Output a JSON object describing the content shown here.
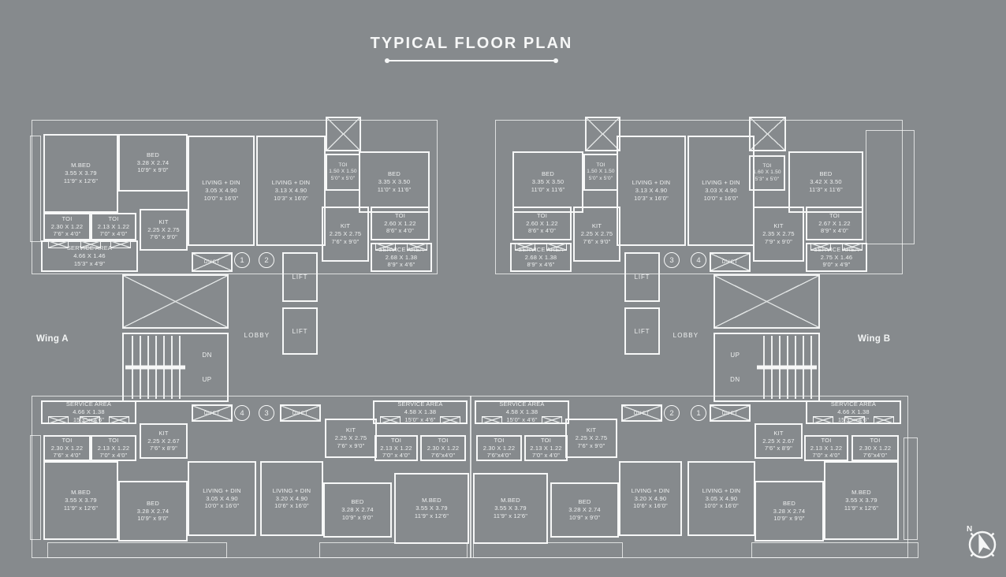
{
  "title": "TYPICAL FLOOR PLAN",
  "wings": {
    "a": {
      "label": "Wing A"
    },
    "b": {
      "label": "Wing B"
    }
  },
  "compass": {
    "north": "N"
  },
  "core_a": {
    "duct_top": "DUCT",
    "duct_bottom_left": "DUCT",
    "duct_bottom_right": "DUCT",
    "lift_upper": "LIFT",
    "lift_lower": "LIFT",
    "lobby": "LOBBY",
    "stair_label_top": "DN",
    "stair_label_bottom": "UP",
    "unit_circles_top": [
      "1",
      "2"
    ],
    "unit_circles_bottom": [
      "4",
      "3"
    ]
  },
  "core_b": {
    "duct_top": "DUCT",
    "duct_bottom_left": "DUCT",
    "duct_bottom_right": "DUCT",
    "lift_upper": "LIFT",
    "lift_lower": "LIFT",
    "lobby": "LOBBY",
    "stair_label_top": "UP",
    "stair_label_bottom": "DN",
    "unit_circles_top": [
      "3",
      "4"
    ],
    "unit_circles_bottom": [
      "2",
      "1"
    ]
  },
  "apartments": {
    "a1": {
      "mbed": {
        "name": "M.BED",
        "m": "3.55 X 3.79",
        "ft": "11'9\" x 12'6\""
      },
      "bed": {
        "name": "BED",
        "m": "3.28 X 2.74",
        "ft": "10'9\" x 9'0\""
      },
      "toi1": {
        "name": "TOI",
        "m": "2.30 X 1.22",
        "ft": "7'6\" x 4'0\""
      },
      "toi2": {
        "name": "TOI",
        "m": "2.13 X 1.22",
        "ft": "7'0\" x 4'0\""
      },
      "kit": {
        "name": "KIT",
        "m": "2.25 X 2.75",
        "ft": "7'6\" x 9'0\""
      },
      "service": {
        "name": "SERVICE AREA",
        "m": "4.66 X 1.46",
        "ft": "15'3\" x 4'9\""
      },
      "living": {
        "name": "LIVING + DIN",
        "m": "3.05 X 4.90",
        "ft": "10'0\" x 16'0\""
      }
    },
    "a2": {
      "living": {
        "name": "LIVING + DIN",
        "m": "3.13 X 4.90",
        "ft": "10'3\" x 16'0\""
      },
      "toi_small": {
        "name": "TOI",
        "m": "1.50 X 1.50",
        "ft": "5'0\" x 5'0\""
      },
      "bed": {
        "name": "BED",
        "m": "3.35 X 3.50",
        "ft": "11'0\" x 11'6\""
      },
      "kit": {
        "name": "KIT",
        "m": "2.25 X 2.75",
        "ft": "7'6\" x 9'0\""
      },
      "toi": {
        "name": "TOI",
        "m": "2.60 X 1.22",
        "ft": "8'6\" x 4'0\""
      },
      "service": {
        "name": "SERVICE AREA",
        "m": "2.68 X 1.38",
        "ft": "8'9\" x 4'6\""
      }
    },
    "a3": {
      "service": {
        "name": "SERVICE AREA",
        "m": "4.66 X 1.38",
        "ft": "15'3\" x 4'6\""
      },
      "toi1": {
        "name": "TOI",
        "m": "2.30 X 1.22",
        "ft": "7'6\" x 4'0\""
      },
      "toi2": {
        "name": "TOI",
        "m": "2.13 X 1.22",
        "ft": "7'0\" x 4'0\""
      },
      "kit": {
        "name": "KIT",
        "m": "2.25 X 2.67",
        "ft": "7'6\" x 8'9\""
      },
      "mbed": {
        "name": "M.BED",
        "m": "3.55 X 3.79",
        "ft": "11'9\" x 12'6\""
      },
      "bed": {
        "name": "BED",
        "m": "3.28 X 2.74",
        "ft": "10'9\" x 9'0\""
      },
      "living": {
        "name": "LIVING + DIN",
        "m": "3.05 X 4.90",
        "ft": "10'0\" x 16'0\""
      }
    },
    "a4": {
      "kit": {
        "name": "KIT",
        "m": "2.25 X 2.75",
        "ft": "7'6\" x 9'0\""
      },
      "living": {
        "name": "LIVING + DIN",
        "m": "3.20 X 4.90",
        "ft": "10'6\" x 16'0\""
      },
      "service": {
        "name": "SERVICE AREA",
        "m": "4.58 X 1.38",
        "ft": "15'0\" x 4'6\""
      },
      "toi1": {
        "name": "TOI",
        "m": "2.13 X 1.22",
        "ft": "7'0\" x 4'0\""
      },
      "toi2": {
        "name": "TOI",
        "m": "2.30 X 1.22",
        "ft": "7'6\"x4'0\""
      },
      "bed": {
        "name": "BED",
        "m": "3.28 X 2.74",
        "ft": "10'9\" x 9'0\""
      },
      "mbed": {
        "name": "M.BED",
        "m": "3.55 X 3.79",
        "ft": "11'9\" x 12'6\""
      }
    },
    "b1": {
      "bed": {
        "name": "BED",
        "m": "3.35 X 3.50",
        "ft": "11'0\" x 11'6\""
      },
      "toi_small": {
        "name": "TOI",
        "m": "1.50 X 1.50",
        "ft": "5'0\" x 5'0\""
      },
      "toi": {
        "name": "TOI",
        "m": "2.60 X 1.22",
        "ft": "8'6\" x 4'0\""
      },
      "kit": {
        "name": "KIT",
        "m": "2.25 X 2.75",
        "ft": "7'6\" x 9'0\""
      },
      "service": {
        "name": "SERVICE AREA",
        "m": "2.68 X 1.38",
        "ft": "8'9\" x 4'6\""
      },
      "living": {
        "name": "LIVING + DIN",
        "m": "3.13 X 4.90",
        "ft": "10'3\" x 16'0\""
      }
    },
    "b2": {
      "living": {
        "name": "LIVING + DIN",
        "m": "3.03 X 4.90",
        "ft": "10'0\" x 16'0\""
      },
      "toi_small": {
        "name": "TOI",
        "m": "1.60 X 1.50",
        "ft": "5'3\" x 5'0\""
      },
      "bed": {
        "name": "BED",
        "m": "3.42 X 3.50",
        "ft": "11'3\" x 11'6\""
      },
      "kit": {
        "name": "KIT",
        "m": "2.35 X 2.75",
        "ft": "7'9\" x 9'0\""
      },
      "toi": {
        "name": "TOI",
        "m": "2.67 X 1.22",
        "ft": "8'9\" x 4'0\""
      },
      "service": {
        "name": "SERVICE AREA",
        "m": "2.75 X 1.46",
        "ft": "9'0\" x 4'9\""
      }
    },
    "b3": {
      "kit": {
        "name": "KIT",
        "m": "2.25 X 2.75",
        "ft": "7'6\" x 9'0\""
      },
      "living": {
        "name": "LIVING + DIN",
        "m": "3.20 X 4.90",
        "ft": "10'6\" x 16'0\""
      },
      "service": {
        "name": "SERVICE AREA",
        "m": "4.58 X 1.38",
        "ft": "15'0\" x 4'6\""
      },
      "toi1": {
        "name": "TOI",
        "m": "2.30 X 1.22",
        "ft": "7'6\"x4'0\""
      },
      "toi2": {
        "name": "TOI",
        "m": "2.13 X 1.22",
        "ft": "7'0\" x 4'0\""
      },
      "mbed": {
        "name": "M.BED",
        "m": "3.55 X 3.79",
        "ft": "11'9\" x 12'6\""
      },
      "bed": {
        "name": "BED",
        "m": "3.28 X 2.74",
        "ft": "10'9\" x 9'0\""
      }
    },
    "b4": {
      "living": {
        "name": "LIVING + DIN",
        "m": "3.05 X 4.90",
        "ft": "10'0\" x 16'0\""
      },
      "kit": {
        "name": "KIT",
        "m": "2.25 X 2.67",
        "ft": "7'6\" x 8'9\""
      },
      "service": {
        "name": "SERVICE AREA",
        "m": "4.66 X 1.38",
        "ft": "15'3\" x 4'6\""
      },
      "toi1": {
        "name": "TOI",
        "m": "2.13 X 1.22",
        "ft": "7'0\" x 4'0\""
      },
      "toi2": {
        "name": "TOI",
        "m": "2.30 X 1.22",
        "ft": "7'6\"x4'0\""
      },
      "bed": {
        "name": "BED",
        "m": "3.28 X 2.74",
        "ft": "10'9\" x 9'0\""
      },
      "mbed": {
        "name": "M.BED",
        "m": "3.55 X 3.79",
        "ft": "11'9\" x 12'6\""
      }
    }
  }
}
